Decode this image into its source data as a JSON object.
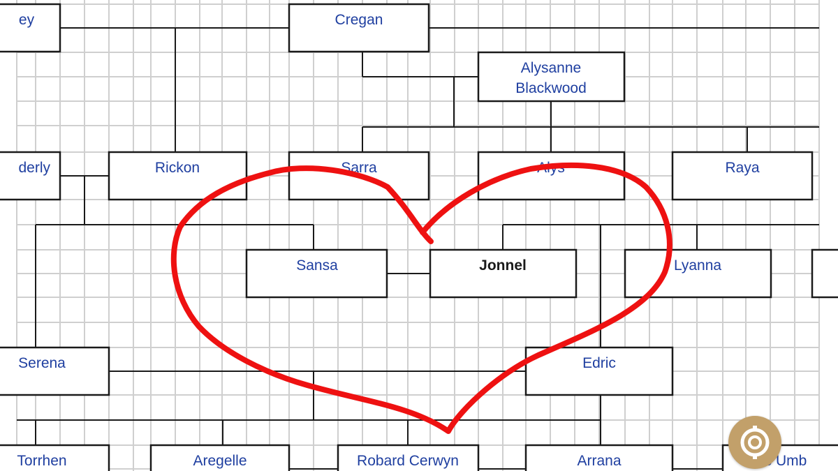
{
  "colors": {
    "background": "#ffffff",
    "grid": "#cfcfcf",
    "edge": "#1a1a1a",
    "name_text": "#1f3fa0",
    "focus_text": "#1a1a1a",
    "heart_annotation": "#ee1111",
    "fab_background": "#c2a06a"
  },
  "people": [
    {
      "id": "partial-top-left",
      "label": "ey"
    },
    {
      "id": "cregan",
      "label": "Cregan"
    },
    {
      "id": "alysanne-blackwood",
      "label": "Alysanne",
      "label_line2": "Blackwood"
    },
    {
      "id": "partial-left-row2",
      "label": "derly"
    },
    {
      "id": "rickon",
      "label": "Rickon"
    },
    {
      "id": "sarra",
      "label": "Sarra"
    },
    {
      "id": "alys",
      "label": "Alys"
    },
    {
      "id": "raya",
      "label": "Raya"
    },
    {
      "id": "sansa",
      "label": "Sansa"
    },
    {
      "id": "jonnel",
      "label": "Jonnel",
      "focus": true
    },
    {
      "id": "lyanna",
      "label": "Lyanna"
    },
    {
      "id": "partial-right-row3",
      "label": ""
    },
    {
      "id": "serena",
      "label": "Serena"
    },
    {
      "id": "edric",
      "label": "Edric"
    },
    {
      "id": "torrhen",
      "label": "Torrhen"
    },
    {
      "id": "aregelle",
      "label": "Aregelle"
    },
    {
      "id": "robard-cerwyn",
      "label": "Robard Cerwyn"
    },
    {
      "id": "arrana",
      "label": "Arrana"
    },
    {
      "id": "partial-bottom-right",
      "label": "c Umb"
    }
  ],
  "fab": {
    "icon": "target-icon"
  },
  "annotation": {
    "shape": "heart-drawing"
  }
}
